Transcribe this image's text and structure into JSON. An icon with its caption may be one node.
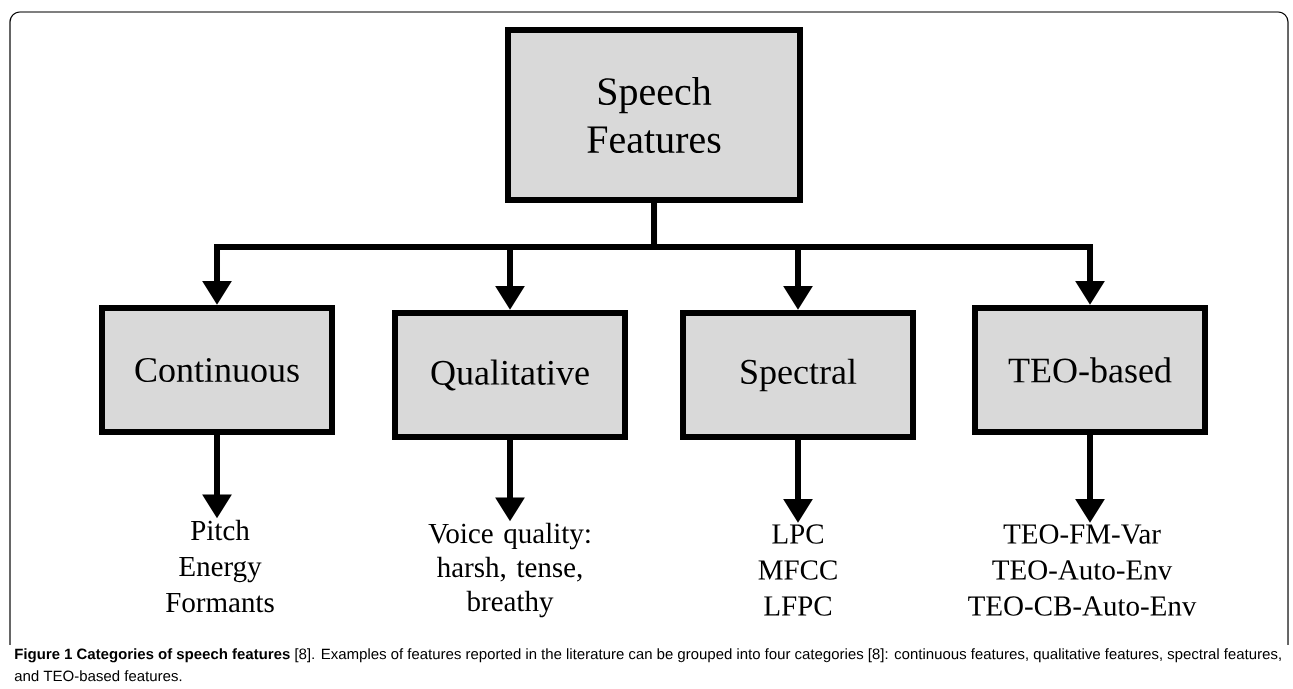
{
  "diagram": {
    "caption": "**Figure 1 Categories of speech features** [8]. Examples of features reported in the literature can be grouped into four categories [8]: continuous features, qualitative features, spectral features, and TEO-based features.",
    "nodes": [
      {
        "text": [
          "Speech Features"
        ]
      },
      {
        "text": [
          "Continuous"
        ]
      },
      {
        "text": [
          "Qualitative"
        ]
      },
      {
        "text": [
          "Spectral"
        ]
      },
      {
        "text": [
          "TEO-based"
        ]
      },
      {
        "text": [
          "Pitch",
          "Energy",
          "Formants"
        ]
      },
      {
        "text": [
          "Voice quality: harsh, tense, breathy"
        ]
      },
      {
        "text": [
          "LPC",
          "MFCC",
          "LFPC"
        ]
      },
      {
        "text": [
          "TEO-FM-Var",
          "TEO-Auto-Env",
          "TEO-CB-Auto-Env"
        ]
      }
    ],
    "edges": [
      {
        "from": 0,
        "to": 1,
        "arrow": "to"
      },
      {
        "from": 0,
        "to": 2,
        "arrow": "to"
      },
      {
        "from": 0,
        "to": 3,
        "arrow": "to"
      },
      {
        "from": 0,
        "to": 4,
        "arrow": "to"
      },
      {
        "from": 1,
        "to": 5,
        "arrow": "to"
      },
      {
        "from": 2,
        "to": 6,
        "arrow": "to"
      },
      {
        "from": 3,
        "to": 7,
        "arrow": "to"
      },
      {
        "from": 4,
        "to": 8,
        "arrow": "to"
      }
    ]
  }
}
